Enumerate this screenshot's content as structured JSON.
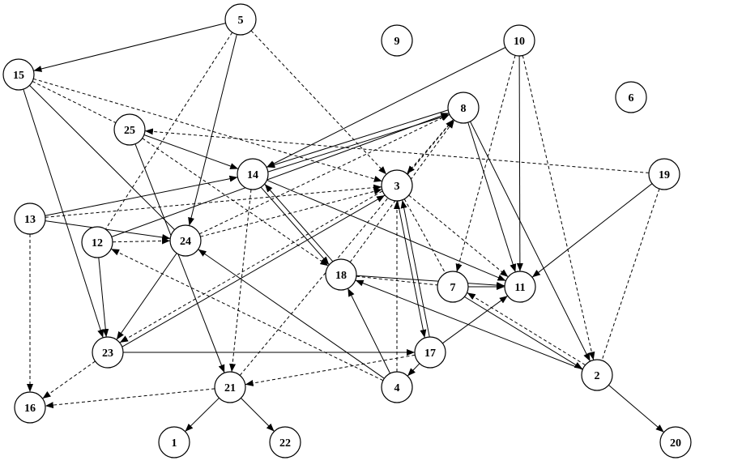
{
  "diagram": {
    "type": "directed-graph",
    "nodes": [
      {
        "id": "1",
        "label": "1"
      },
      {
        "id": "2",
        "label": "2"
      },
      {
        "id": "3",
        "label": "3"
      },
      {
        "id": "4",
        "label": "4"
      },
      {
        "id": "5",
        "label": "5"
      },
      {
        "id": "6",
        "label": "6"
      },
      {
        "id": "7",
        "label": "7"
      },
      {
        "id": "8",
        "label": "8"
      },
      {
        "id": "9",
        "label": "9"
      },
      {
        "id": "10",
        "label": "10"
      },
      {
        "id": "11",
        "label": "11"
      },
      {
        "id": "12",
        "label": "12"
      },
      {
        "id": "13",
        "label": "13"
      },
      {
        "id": "14",
        "label": "14"
      },
      {
        "id": "15",
        "label": "15"
      },
      {
        "id": "16",
        "label": "16"
      },
      {
        "id": "17",
        "label": "17"
      },
      {
        "id": "18",
        "label": "18"
      },
      {
        "id": "19",
        "label": "19"
      },
      {
        "id": "20",
        "label": "20"
      },
      {
        "id": "21",
        "label": "21"
      },
      {
        "id": "22",
        "label": "22"
      },
      {
        "id": "23",
        "label": "23"
      },
      {
        "id": "24",
        "label": "24"
      },
      {
        "id": "25",
        "label": "25"
      }
    ],
    "edges": [
      {
        "from": "5",
        "to": "15",
        "style": "solid",
        "directed": true
      },
      {
        "from": "5",
        "to": "24",
        "style": "solid",
        "directed": true
      },
      {
        "from": "5",
        "to": "3",
        "style": "dashed",
        "directed": true
      },
      {
        "from": "5",
        "to": "12",
        "style": "dashed",
        "directed": false
      },
      {
        "from": "15",
        "to": "23",
        "style": "solid",
        "directed": true
      },
      {
        "from": "15",
        "to": "24",
        "style": "solid",
        "directed": false
      },
      {
        "from": "15",
        "to": "25",
        "style": "dashed",
        "directed": false
      },
      {
        "from": "15",
        "to": "3",
        "style": "dashed",
        "directed": true
      },
      {
        "from": "25",
        "to": "14",
        "style": "solid",
        "directed": true
      },
      {
        "from": "25",
        "to": "21",
        "style": "solid",
        "directed": true
      },
      {
        "from": "25",
        "to": "18",
        "style": "dashed",
        "directed": true
      },
      {
        "from": "19",
        "to": "25",
        "style": "dashed",
        "directed": true
      },
      {
        "from": "19",
        "to": "11",
        "style": "solid",
        "directed": true
      },
      {
        "from": "19",
        "to": "2",
        "style": "dashed",
        "directed": false
      },
      {
        "from": "10",
        "to": "14",
        "style": "solid",
        "directed": true
      },
      {
        "from": "10",
        "to": "11",
        "style": "solid",
        "directed": true
      },
      {
        "from": "10",
        "to": "7",
        "style": "dashed",
        "directed": true
      },
      {
        "from": "10",
        "to": "2",
        "style": "dashed",
        "directed": true
      },
      {
        "from": "8",
        "to": "14",
        "style": "solid",
        "directed": true
      },
      {
        "from": "14",
        "to": "8",
        "style": "solid",
        "directed": true
      },
      {
        "from": "8",
        "to": "11",
        "style": "solid",
        "directed": true
      },
      {
        "from": "8",
        "to": "2",
        "style": "solid",
        "directed": true
      },
      {
        "from": "8",
        "to": "3",
        "style": "dashed",
        "directed": true
      },
      {
        "from": "12",
        "to": "8",
        "style": "solid",
        "directed": true
      },
      {
        "from": "24",
        "to": "8",
        "style": "dashed",
        "directed": true
      },
      {
        "from": "18",
        "to": "8",
        "style": "dashed",
        "directed": true
      },
      {
        "from": "21",
        "to": "8",
        "style": "dashed",
        "directed": true
      },
      {
        "from": "13",
        "to": "14",
        "style": "solid",
        "directed": true
      },
      {
        "from": "13",
        "to": "24",
        "style": "solid",
        "directed": true
      },
      {
        "from": "13",
        "to": "3",
        "style": "dashed",
        "directed": true
      },
      {
        "from": "13",
        "to": "16",
        "style": "dashed",
        "directed": true
      },
      {
        "from": "12",
        "to": "24",
        "style": "dashed",
        "directed": true
      },
      {
        "from": "12",
        "to": "23",
        "style": "solid",
        "directed": true
      },
      {
        "from": "24",
        "to": "23",
        "style": "solid",
        "directed": true
      },
      {
        "from": "24",
        "to": "3",
        "style": "dashed",
        "directed": true
      },
      {
        "from": "23",
        "to": "3",
        "style": "solid",
        "directed": true
      },
      {
        "from": "3",
        "to": "23",
        "style": "dashed",
        "directed": true
      },
      {
        "from": "23",
        "to": "17",
        "style": "solid",
        "directed": true
      },
      {
        "from": "23",
        "to": "16",
        "style": "dashed",
        "directed": true
      },
      {
        "from": "14",
        "to": "18",
        "style": "solid",
        "directed": true
      },
      {
        "from": "18",
        "to": "14",
        "style": "solid",
        "directed": true
      },
      {
        "from": "14",
        "to": "11",
        "style": "solid",
        "directed": true
      },
      {
        "from": "14",
        "to": "21",
        "style": "dashed",
        "directed": true
      },
      {
        "from": "3",
        "to": "17",
        "style": "solid",
        "directed": true
      },
      {
        "from": "3",
        "to": "11",
        "style": "dashed",
        "directed": true
      },
      {
        "from": "3",
        "to": "7",
        "style": "dashed",
        "directed": false
      },
      {
        "from": "18",
        "to": "11",
        "style": "solid",
        "directed": true
      },
      {
        "from": "18",
        "to": "7",
        "style": "dashed",
        "directed": false
      },
      {
        "from": "7",
        "to": "11",
        "style": "solid",
        "directed": true
      },
      {
        "from": "7",
        "to": "2",
        "style": "solid",
        "directed": true
      },
      {
        "from": "2",
        "to": "7",
        "style": "dashed",
        "directed": true
      },
      {
        "from": "2",
        "to": "18",
        "style": "solid",
        "directed": true
      },
      {
        "from": "2",
        "to": "20",
        "style": "solid",
        "directed": true
      },
      {
        "from": "17",
        "to": "3",
        "style": "solid",
        "directed": true
      },
      {
        "from": "17",
        "to": "11",
        "style": "solid",
        "directed": true
      },
      {
        "from": "17",
        "to": "4",
        "style": "solid",
        "directed": true
      },
      {
        "from": "17",
        "to": "21",
        "style": "dashed",
        "directed": true
      },
      {
        "from": "4",
        "to": "18",
        "style": "solid",
        "directed": true
      },
      {
        "from": "4",
        "to": "24",
        "style": "solid",
        "directed": true
      },
      {
        "from": "4",
        "to": "12",
        "style": "dashed",
        "directed": true
      },
      {
        "from": "4",
        "to": "3",
        "style": "dashed",
        "directed": true
      },
      {
        "from": "21",
        "to": "1",
        "style": "solid",
        "directed": true
      },
      {
        "from": "21",
        "to": "22",
        "style": "solid",
        "directed": true
      },
      {
        "from": "21",
        "to": "16",
        "style": "dashed",
        "directed": true
      }
    ]
  }
}
